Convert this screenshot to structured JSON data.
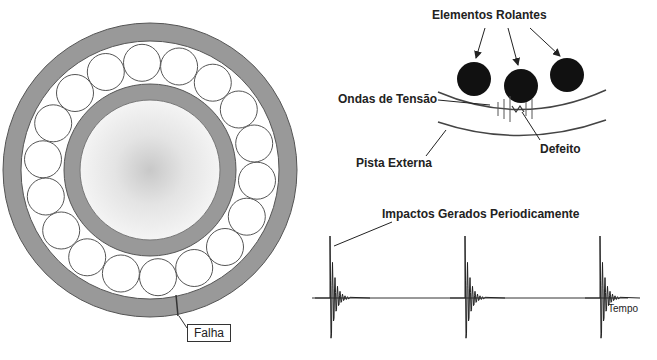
{
  "diagram": {
    "nodes": [
      {
        "text": [
          "Falha"
        ]
      }
    ],
    "labels": [
      "Elementos Rolantes",
      "Ondas de Tensão",
      "Pista Externa",
      "Defeito",
      "Impactos Gerados Periodicamente",
      "Tempo"
    ]
  }
}
